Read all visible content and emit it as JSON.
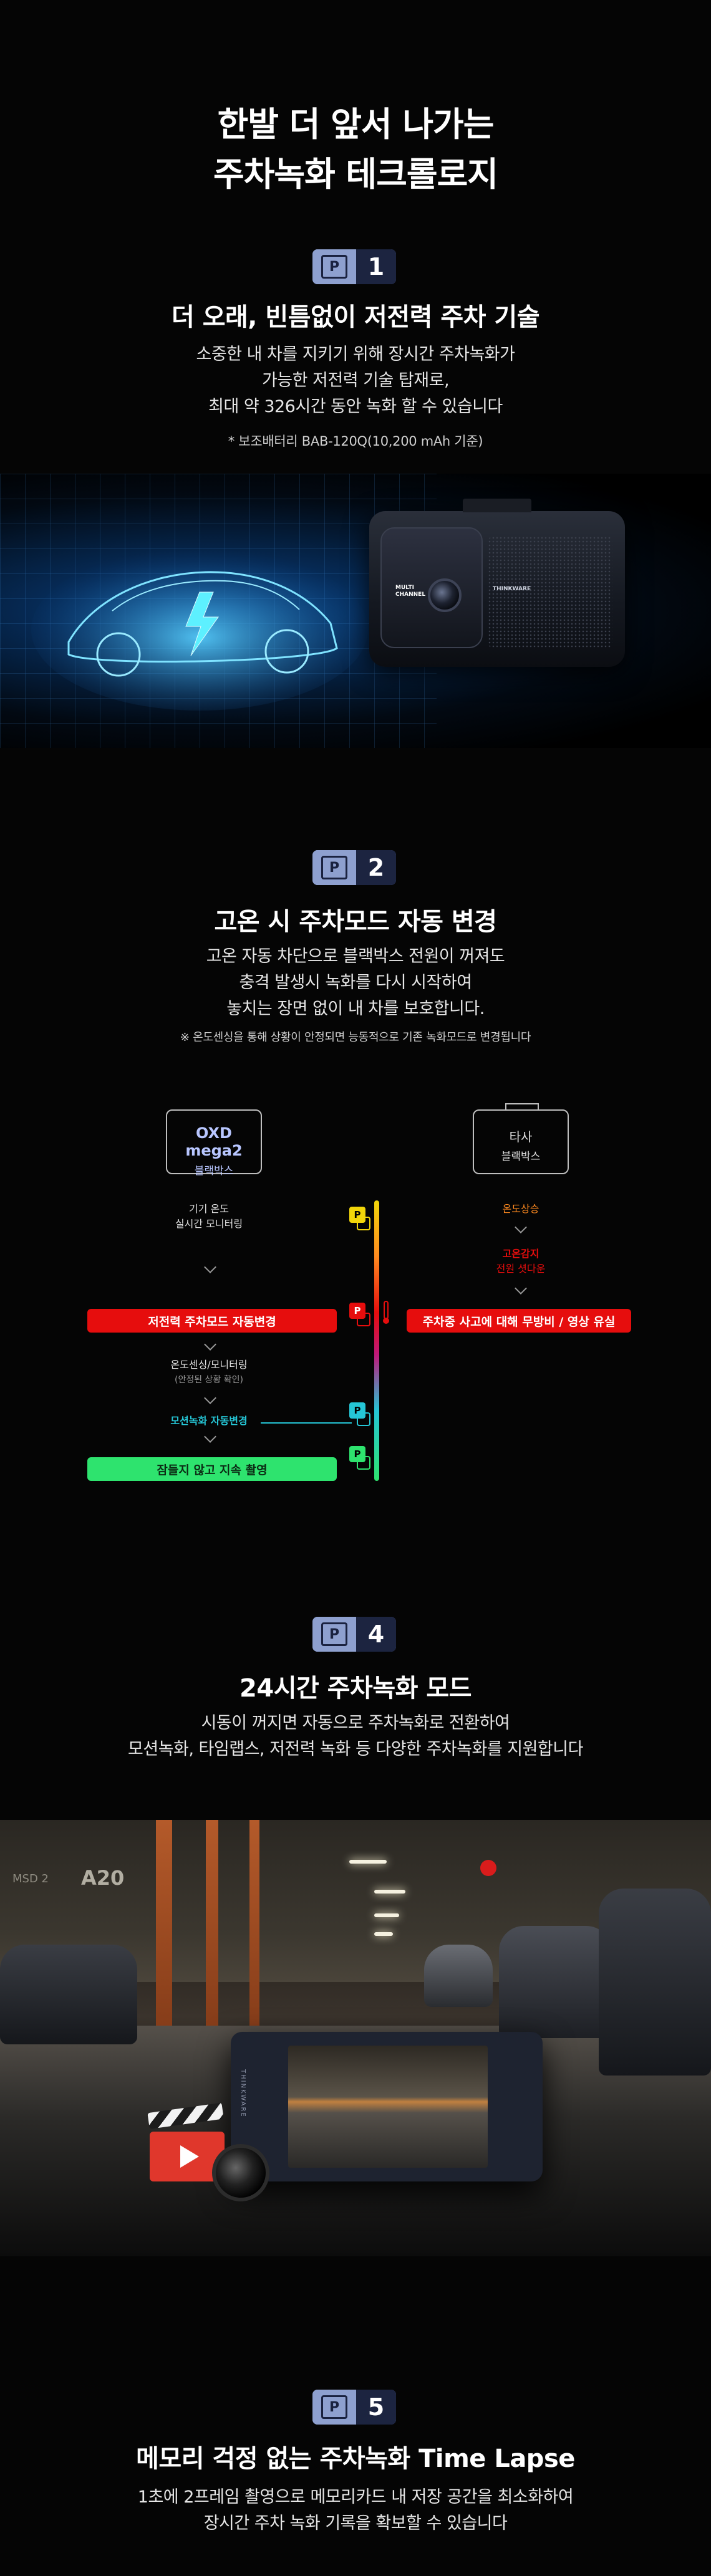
{
  "hero": {
    "title_line1": "한발 더 앞서 나가는",
    "title_line2": "주차녹화 테크롤로지"
  },
  "section1": {
    "badge_num": "1",
    "badge_letter": "P",
    "title": "더 오래, 빈틈없이 저전력 주차 기술",
    "desc_line1": "소중한 내 차를 지키기 위해 장시간 주차녹화가",
    "desc_line2": "가능한 저전력 기술 탑재로,",
    "desc_line3": "최대 약 326시간 동안 녹화 할 수 있습니다",
    "note": "* 보조배터리 BAB-120Q(10,200 mAh 기준)",
    "dashcam_face_text_1": "MULTI",
    "dashcam_face_text_2": "CHANNEL",
    "dashcam_brand": "THINKWARE"
  },
  "section2": {
    "badge_num": "2",
    "badge_letter": "P",
    "title": "고온 시 주차모드 자동 변경",
    "desc_line1": "고온 자동 차단으로 블랙박스 전원이 꺼져도",
    "desc_line2": "충격 발생시 녹화를 다시 시작하여",
    "desc_line3": "놓치는 장면 없이 내 차를 보호합니다.",
    "note": "※ 온도센싱을 통해 상황이 안정되면 능동적으로 기존 녹화모드로 변경됩니다",
    "left": {
      "brand": "OXD mega2",
      "sub": "블랙박스",
      "step1_line1": "기기 온도",
      "step1_line2": "실시간 모니터링",
      "pill1": "저전력 주차모드 자동변경",
      "step2_line1": "온도센싱/모니터링",
      "step2_line2": "(안정된 상황 확인)",
      "step3": "모션녹화 자동변경",
      "pill2": "잠들지 않고 지속 촬영"
    },
    "right": {
      "brand": "타사",
      "sub": "블랙박스",
      "step1": "온도상승",
      "step2_line1": "고온감지",
      "step2_line2": "전원 셧다운",
      "pill1": "주차중 사고에 대해 무방비 / 영상 유실"
    },
    "colors": {
      "red": "#e60d0d",
      "green": "#2ee36e",
      "cyan": "#25c6d6",
      "yellow": "#f2d60a",
      "orange": "#ff8a1f"
    }
  },
  "section4": {
    "badge_num": "4",
    "badge_letter": "P",
    "title": "24시간 주차녹화 모드",
    "desc_line1": "시동이 꺼지면 자동으로 주차녹화로 전환하여",
    "desc_line2": "모션녹화, 타임랩스, 저전력 녹화 등 다양한 주차녹화를 지원합니다",
    "sign_text_1": "A20",
    "sign_text_2": "MSD 2",
    "dashcam_side": "THINKWARE"
  },
  "section5": {
    "badge_num": "5",
    "badge_letter": "P",
    "title": "메모리 걱정 없는 주차녹화 Time Lapse",
    "desc_line1": "1초에 2프레임 촬영으로 메모리카드 내 저장 공간을 최소화하여",
    "desc_line2": "장시간 주차 녹화 기록을 확보할 수 있습니다"
  }
}
